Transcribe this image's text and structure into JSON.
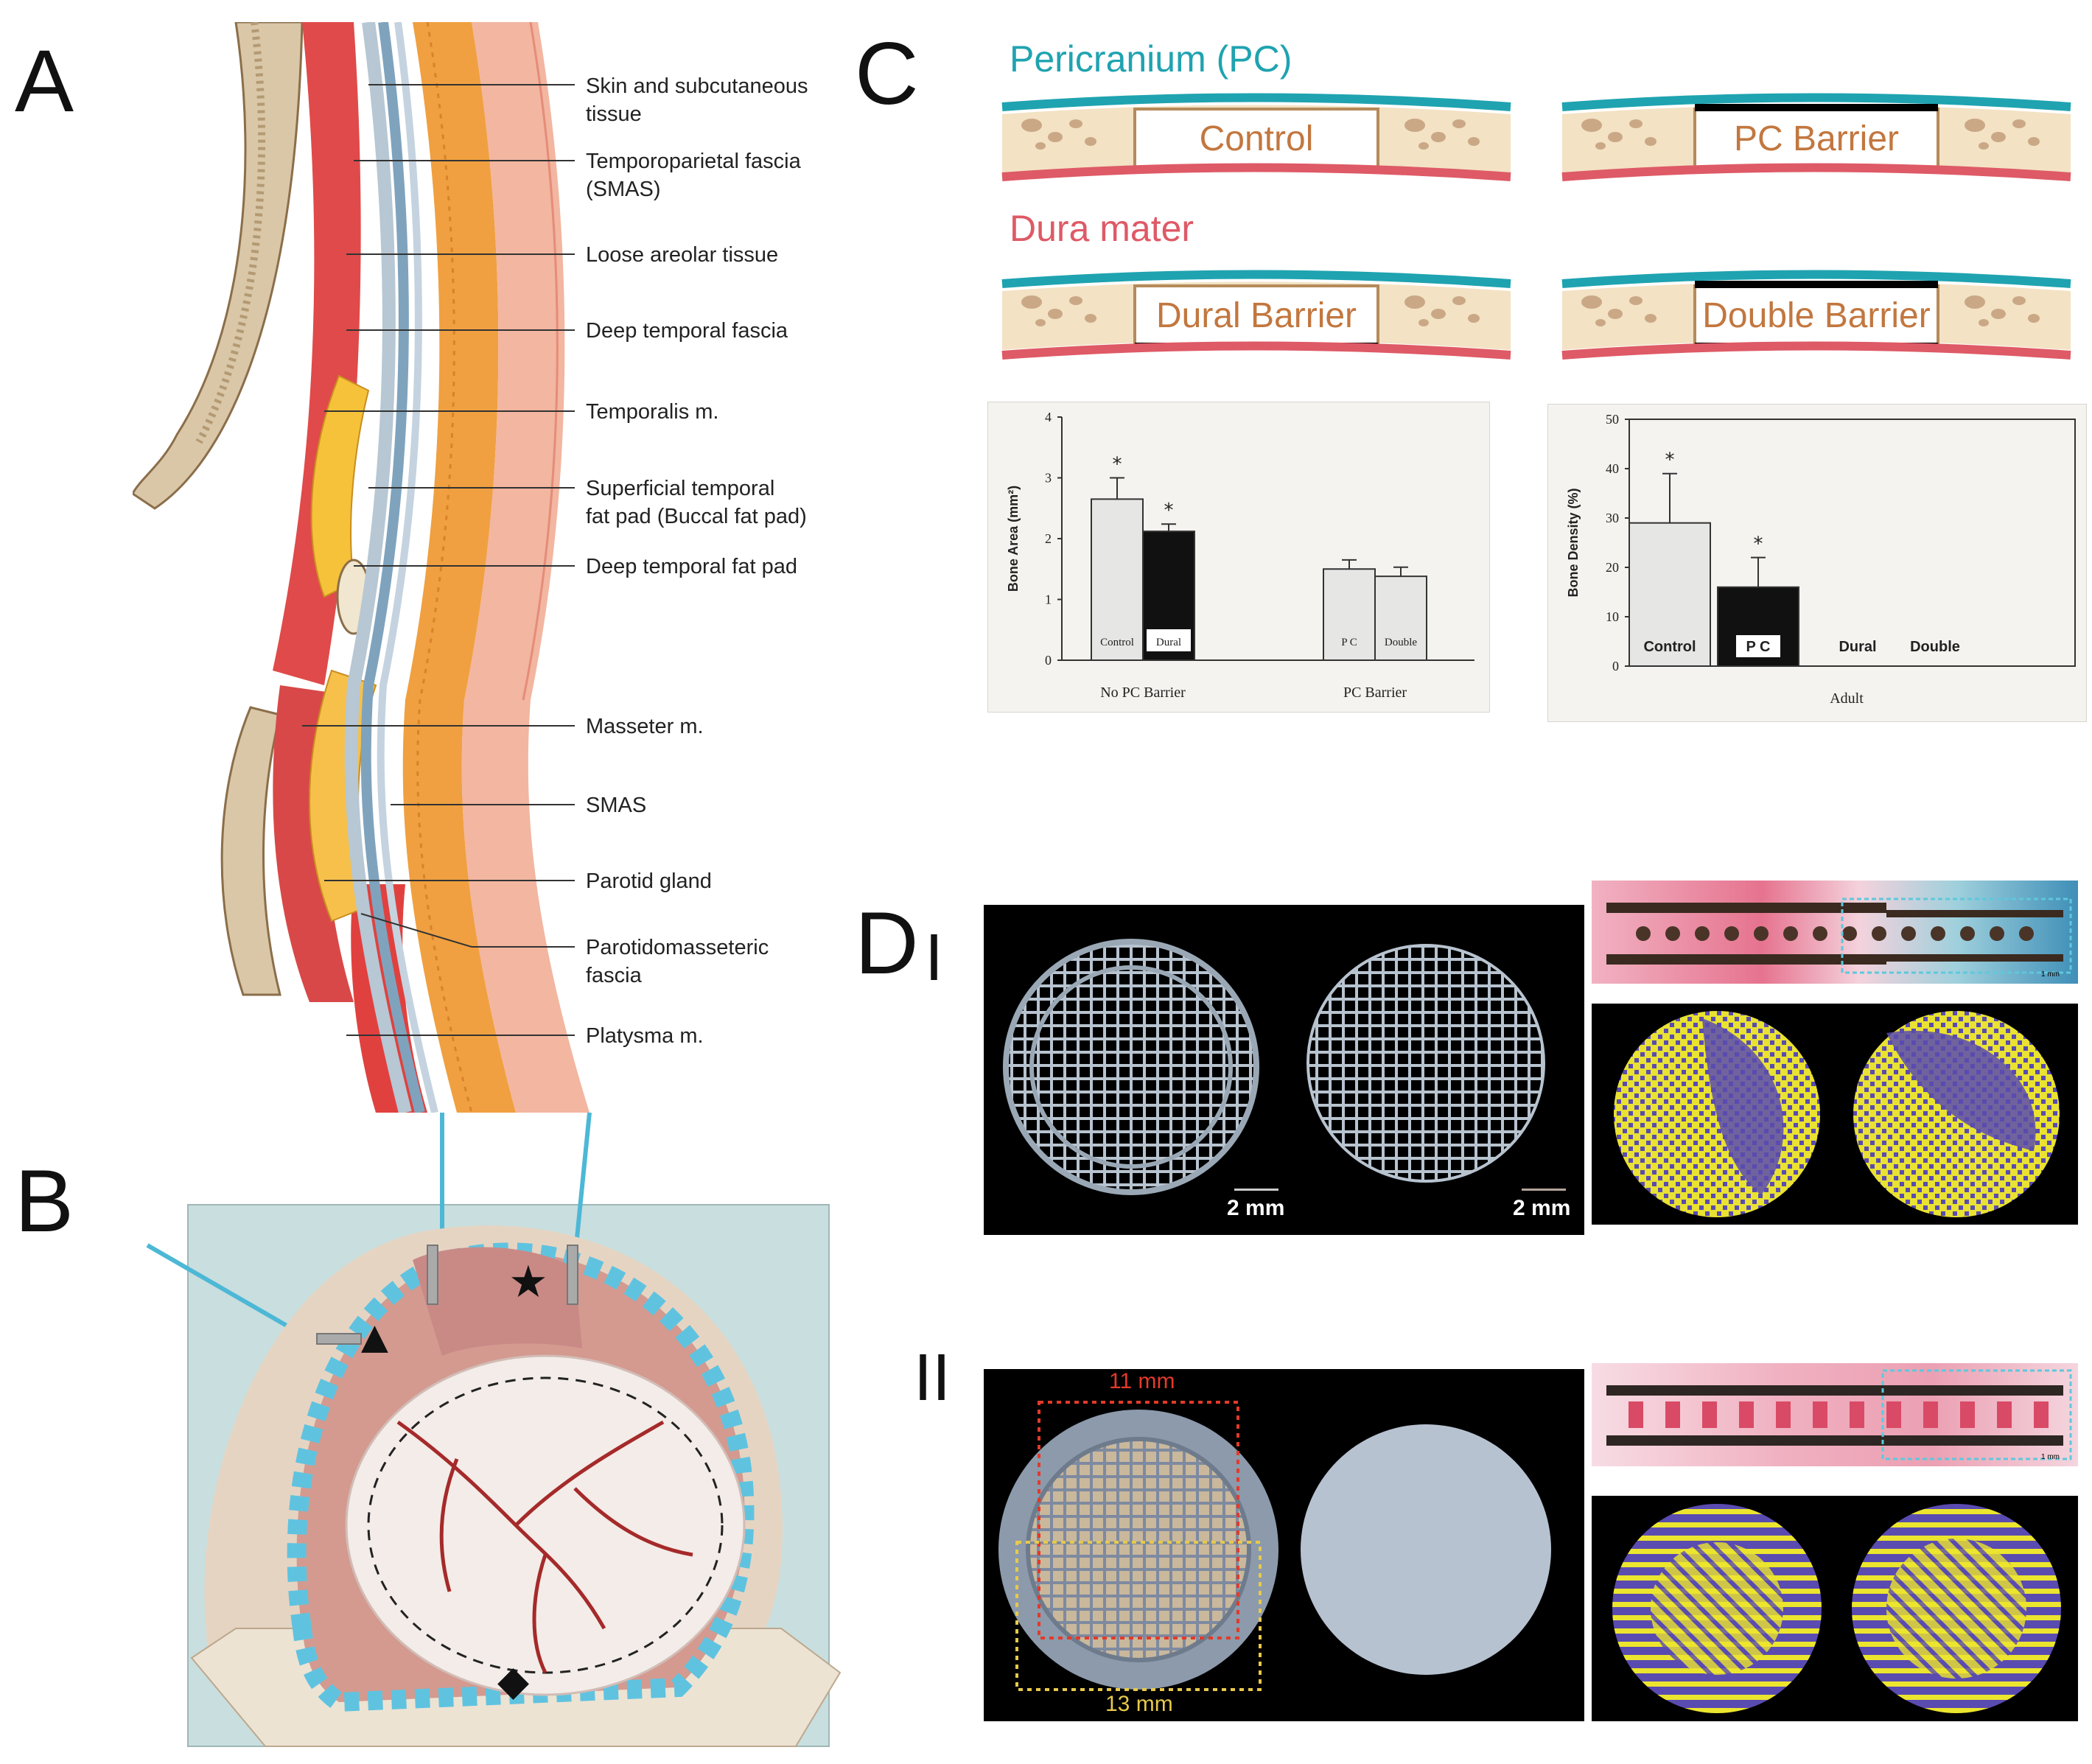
{
  "panels": {
    "a": "A",
    "b": "B",
    "c": "C",
    "d": "D",
    "d_i": "I",
    "d_ii": "II"
  },
  "panel_a": {
    "labels": [
      "Skin and subcutaneous\ntissue",
      "Temporoparietal fascia\n(SMAS)",
      "Loose areolar tissue",
      "Deep temporal fascia",
      "Temporalis m.",
      "Superficial temporal\nfat pad (Buccal fat pad)",
      "Deep temporal fat pad",
      "Masseter m.",
      "SMAS",
      "Parotid gland",
      "Parotidomasseteric\nfascia",
      "Platysma m."
    ]
  },
  "panel_b": {
    "markers": [
      "★",
      "▲",
      "◆"
    ]
  },
  "panel_c": {
    "title_pc": "Pericranium (PC)",
    "title_dura": "Dura mater",
    "boxes": [
      "Control",
      "PC Barrier",
      "Dural Barrier",
      "Double Barrier"
    ],
    "colors": {
      "pericranium": "#1fa3b0",
      "dura": "#de5a66",
      "bone": "#f3e2c4",
      "label": "#c2773f"
    }
  },
  "panel_d": {
    "scale_bars": [
      "2 mm",
      "2 mm"
    ],
    "dims": [
      "11 mm",
      "13 mm"
    ],
    "scale_small": [
      "1 mm",
      "1 mm"
    ]
  },
  "chart_data": [
    {
      "type": "bar",
      "ylabel": "Bone Area (mm²)",
      "ylim": [
        0,
        4
      ],
      "yticks": [
        "0",
        "1",
        "2",
        "3",
        "4"
      ],
      "groups": [
        "No PC Barrier",
        "PC Barrier"
      ],
      "categories": [
        "Control",
        "Dural",
        "P C",
        "Double"
      ],
      "values": [
        2.65,
        2.12,
        1.5,
        1.38
      ],
      "errors": [
        0.35,
        0.12,
        0.15,
        0.15
      ],
      "fills": [
        "#e6e6e4",
        "#111111",
        "#e6e6e4",
        "#e6e6e4"
      ],
      "significance": [
        "*",
        "*",
        "",
        ""
      ]
    },
    {
      "type": "bar",
      "ylabel": "Bone Density (%)",
      "ylim": [
        0,
        50
      ],
      "yticks": [
        "0",
        "10",
        "20",
        "30",
        "40",
        "50"
      ],
      "groups": [
        "Adult"
      ],
      "categories": [
        "Control",
        "P C",
        "Dural",
        "Double"
      ],
      "values": [
        29,
        16,
        0,
        0
      ],
      "errors": [
        10,
        6,
        0,
        0
      ],
      "fills": [
        "#e6e6e4",
        "#111111",
        "#e6e6e4",
        "#e6e6e4"
      ],
      "significance": [
        "*",
        "*",
        "",
        ""
      ]
    }
  ]
}
